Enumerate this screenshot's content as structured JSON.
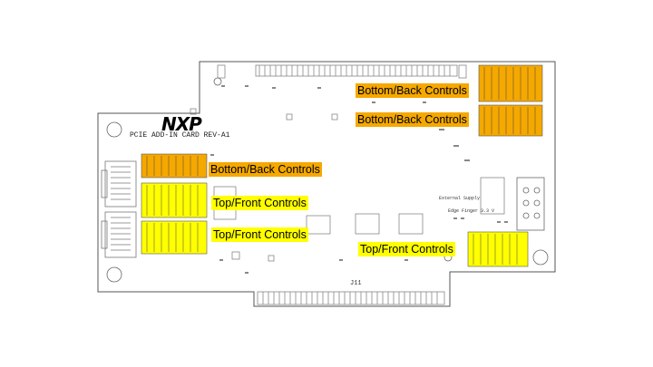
{
  "board": {
    "logo": "NXP",
    "card_label": "PCIE ADD-IN CARD REV-A1",
    "edge_connector": "J11",
    "small_labels": [
      "External Supply",
      "Edge Finger 3.3 V"
    ]
  },
  "callouts": {
    "back_top_1": "Bottom/Back Controls",
    "back_top_2": "Bottom/Back Controls",
    "back_left": "Bottom/Back Controls",
    "front_left_1": "Top/Front Controls",
    "front_left_2": "Top/Front Controls",
    "front_right": "Top/Front Controls"
  },
  "colors": {
    "back_highlight": "#f5a800",
    "front_highlight": "#ffff00",
    "outline": "#555555"
  }
}
